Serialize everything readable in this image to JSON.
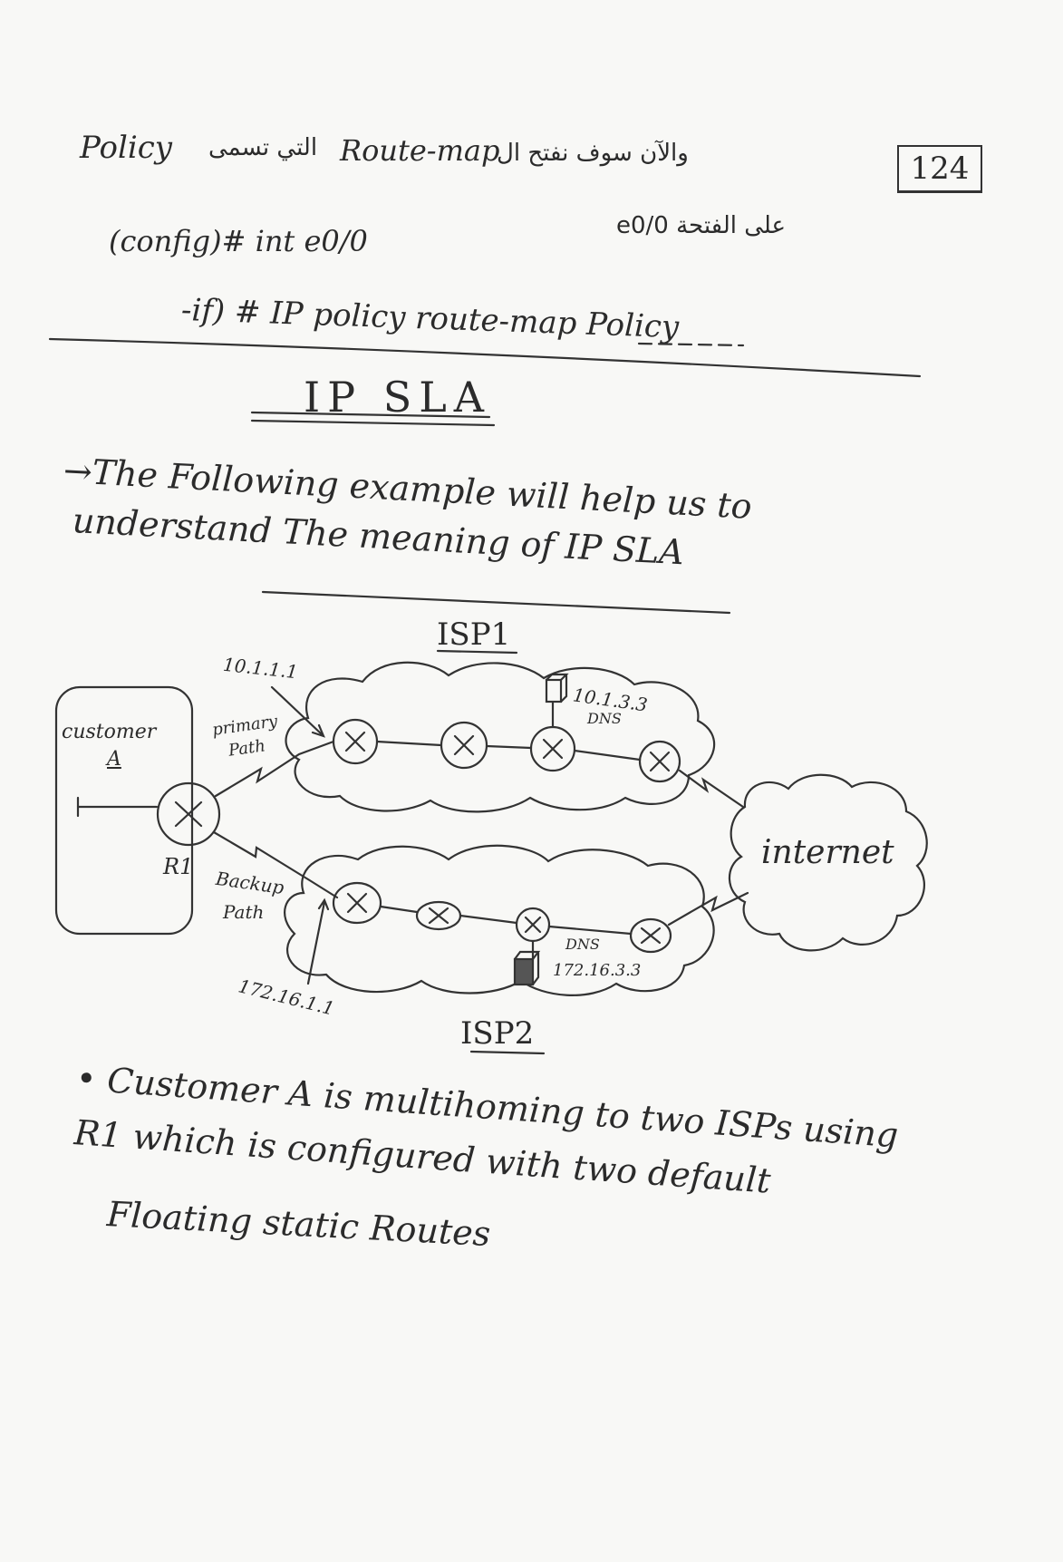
{
  "header": {
    "page_number": "124",
    "line1_policy": "Policy",
    "line1_arabic_1": "التي تسمى",
    "line1_routemap": "Route-map",
    "line1_arabic_2": "والآن سوف نفتح ال",
    "line2_arabic": "على الفتحة e0/0",
    "cmd1": "(config)# int e0/0",
    "cmd2": "-if) # IP policy route-map Policy"
  },
  "section": {
    "title": "IP SLA",
    "intro_line1": "→The Following example will help us to",
    "intro_line2": "understand The meaning of IP SLA"
  },
  "diagram": {
    "isp1_label": "ISP1",
    "isp2_label": "ISP2",
    "customer_label": "customer",
    "customer_letter": "A",
    "router_label": "R1",
    "primary_label_1": "primary",
    "primary_label_2": "Path",
    "backup_label_1": "Backup",
    "backup_label_2": "Path",
    "ip_isp1": "10.1.1.1",
    "ip_isp2": "172.16.1.1",
    "dns1_ip": "10.1.3.3",
    "dns1_label": "DNS",
    "dns2_label": "DNS",
    "dns2_ip": "172.16.3.3",
    "internet_label": "internet"
  },
  "bullet": {
    "line1": "• Customer A is multihoming to two ISPs using",
    "line2": "R1 which is configured with two default",
    "line3": "Floating static Routes"
  }
}
